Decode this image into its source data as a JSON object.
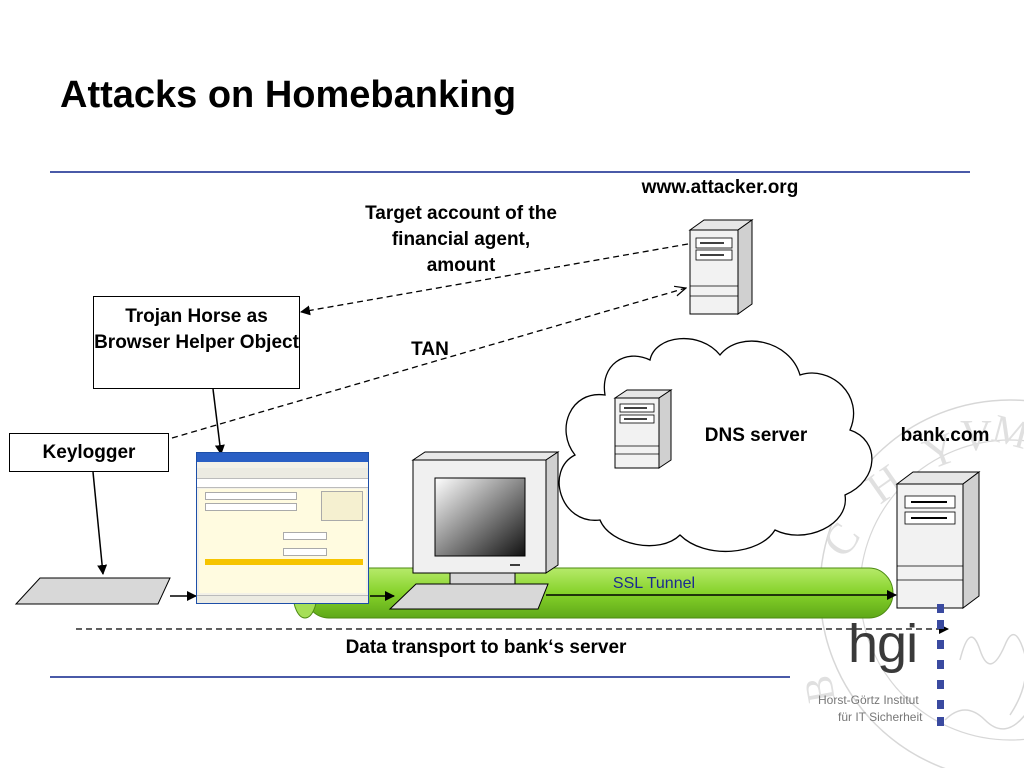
{
  "title": "Attacks on Homebanking",
  "labels": {
    "attacker_host": "www.attacker.org",
    "target_account": "Target account of the financial agent, amount",
    "tan": "TAN",
    "dns_server": "DNS server",
    "bank_host": "bank.com",
    "ssl_tunnel": "SSL Tunnel",
    "data_transport": "Data transport to bank‘s server"
  },
  "boxes": {
    "trojan": "Trojan Horse as Browser Helper Object",
    "keylogger": "Keylogger"
  },
  "logo": {
    "mark": "hgi",
    "line1": "Horst-Görtz Institut",
    "line2": "für IT Sicherheit"
  },
  "colors": {
    "rule": "#4a5aa8",
    "ssl_tunnel": "#86d22a",
    "cloud_outline": "#000000",
    "logo_accent": "#3a4aa0"
  }
}
